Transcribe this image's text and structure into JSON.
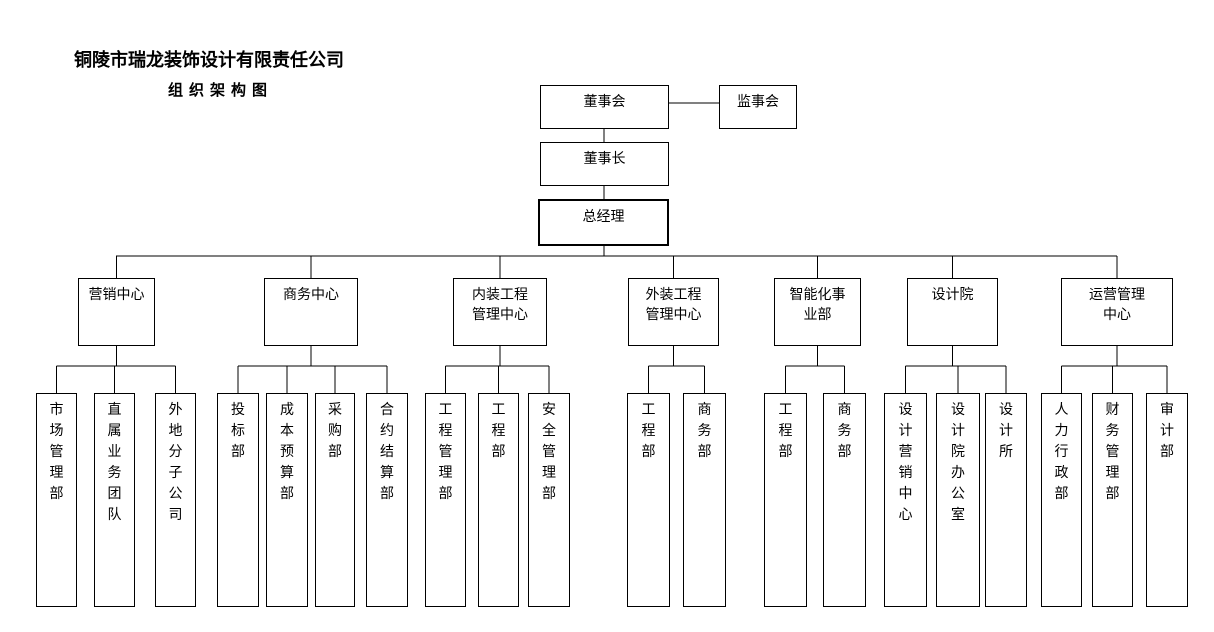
{
  "header": {
    "title": "铜陵市瑞龙装饰设计有限责任公司",
    "subtitle": "组织架构图"
  },
  "org": {
    "board": "董事会",
    "supervisors": "监事会",
    "chairman": "董事长",
    "gm": "总经理",
    "centers": [
      {
        "name": "营销中心",
        "departments": [
          "市场管理部",
          "直属业务团队",
          "外地分子公司"
        ]
      },
      {
        "name": "商务中心",
        "departments": [
          "投标部",
          "成本预算部",
          "采购部",
          "合约结算部"
        ]
      },
      {
        "name": "内装工程\n管理中心",
        "departments": [
          "工程管理部",
          "工程部",
          "安全管理部"
        ]
      },
      {
        "name": "外装工程\n管理中心",
        "departments": [
          "工程部",
          "商务部"
        ]
      },
      {
        "name": "智能化事\n业部",
        "departments": [
          "工程部",
          "商务部"
        ]
      },
      {
        "name": "设计院",
        "departments": [
          "设计营销中心",
          "设计院办公室",
          "设计所"
        ]
      },
      {
        "name": "运营管理\n中心",
        "departments": [
          "人力行政部",
          "财务管理部",
          "审计部"
        ]
      }
    ]
  }
}
